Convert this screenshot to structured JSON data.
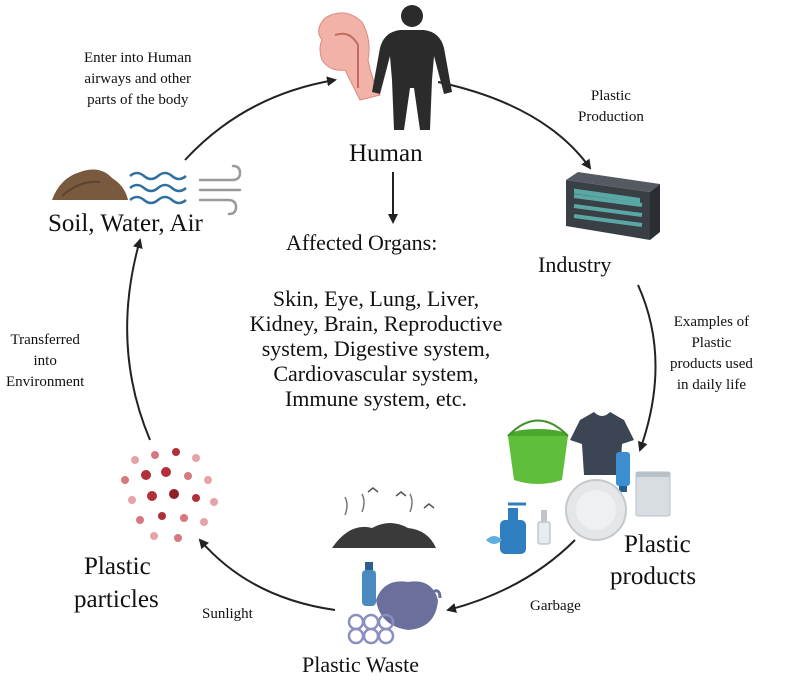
{
  "nodes": {
    "human": "Human",
    "industry": "Industry",
    "plastic_products": [
      "Plastic",
      "products"
    ],
    "plastic_waste": "Plastic Waste",
    "plastic_particles": [
      "Plastic",
      "particles"
    ],
    "soil_water_air": "Soil, Water, Air"
  },
  "edges": {
    "plastic_production": [
      "Plastic",
      "Production"
    ],
    "examples": [
      "Examples of",
      "Plastic",
      "products used",
      "in daily life"
    ],
    "garbage": "Garbage",
    "sunlight": "Sunlight",
    "transferred": [
      "Transferred",
      "into",
      "Environment"
    ],
    "enter_human": [
      "Enter into Human",
      "airways and other",
      "parts of the body"
    ]
  },
  "organs": {
    "title": "Affected Organs:",
    "lines": [
      "Skin, Eye, Lung, Liver,",
      "Kidney, Brain, Reproductive",
      "system, Digestive system,",
      "Cardiovascular system,",
      "Immune system, etc."
    ]
  },
  "colors": {
    "arrow": "#222222",
    "silhouette": "#2b2b2b",
    "airway": "#f3b2a8",
    "industry": "#3a3e45",
    "industry_panel": "#5aa8a6",
    "bucket": "#5fbf3a",
    "shirt": "#3b4553",
    "bottle": "#2f7fc0",
    "particles": "#b0303a",
    "waste_bag": "#6a6f9c",
    "water": "#2f6f9f"
  }
}
